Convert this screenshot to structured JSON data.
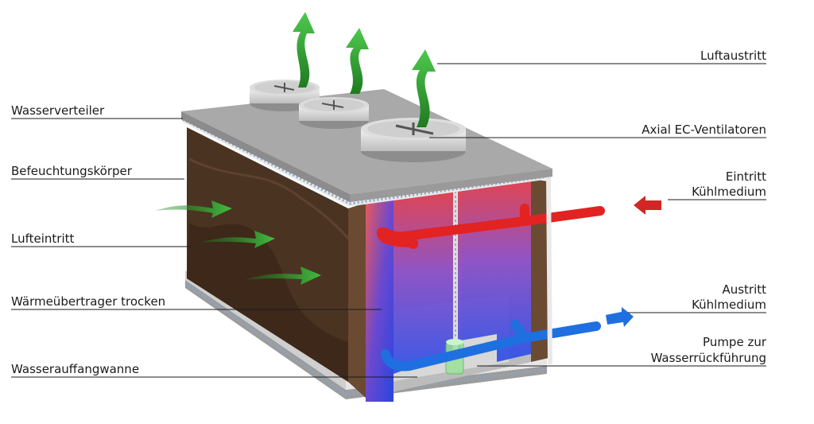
{
  "labels": {
    "luftaustritt": "Luftaustritt",
    "wasserverteiler": "Wasserverteiler",
    "axial": "Axial EC-Ventilatoren",
    "befeuchtung": "Befeuchtungskörper",
    "eintritt_1": "Eintritt",
    "eintritt_2": "Kühlmedium",
    "lufteintritt": "Lufteintritt",
    "austritt_1": "Austritt",
    "austritt_2": "Kühlmedium",
    "waermetauscher": "Wärmeübertrager trocken",
    "pumpe_1": "Pumpe zur",
    "pumpe_2": "Wasserrückführung",
    "wanne": "Wasserauffangwanne"
  },
  "colors": {
    "lid": "#a9a9a9",
    "media": "#4a3322",
    "hot": "#e32222",
    "cold": "#1f6fe0",
    "air": "#2fa82f",
    "leader": "#1b1b1b"
  }
}
